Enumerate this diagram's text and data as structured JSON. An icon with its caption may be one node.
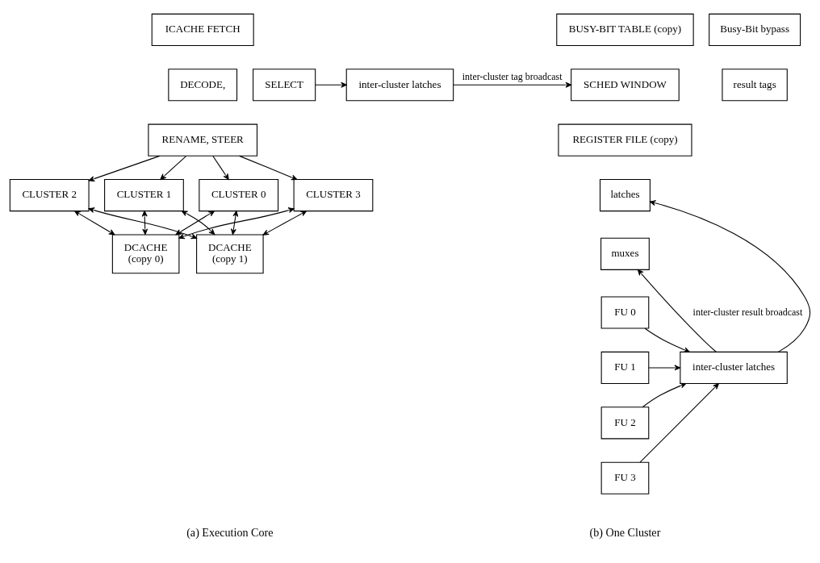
{
  "diagram": {
    "nodes": [
      {
        "text": [
          "ICACHE FETCH"
        ]
      },
      {
        "text": [
          "DECODE,"
        ]
      },
      {
        "text": [
          "RENAME, STEER"
        ]
      },
      {
        "text": [
          "CLUSTER 0"
        ]
      },
      {
        "text": [
          "CLUSTER 1"
        ]
      },
      {
        "text": [
          "CLUSTER 2"
        ]
      },
      {
        "text": [
          "CLUSTER 3"
        ]
      },
      {
        "text": [
          "DCACHE",
          "(copy 0)"
        ]
      },
      {
        "text": [
          "DCACHE",
          "(copy 1)"
        ]
      },
      {
        "text": [
          "BUSY-BIT TABLE (copy)"
        ]
      },
      {
        "text": [
          "Busy-Bit bypass"
        ]
      },
      {
        "text": [
          "SCHED WINDOW"
        ]
      },
      {
        "text": [
          "result tags"
        ]
      },
      {
        "text": [
          "SELECT"
        ]
      },
      {
        "text": [
          "inter-cluster latches"
        ]
      },
      {
        "text": [
          "REGISTER FILE (copy)"
        ]
      },
      {
        "text": [
          "latches"
        ]
      },
      {
        "text": [
          "muxes"
        ]
      },
      {
        "text": [
          "FU 0"
        ]
      },
      {
        "text": [
          "FU 1"
        ]
      },
      {
        "text": [
          "FU 2"
        ]
      },
      {
        "text": [
          "FU 3"
        ]
      },
      {
        "text": [
          "inter-cluster latches"
        ]
      }
    ],
    "edges": [
      {
        "from": 2,
        "to": 3,
        "arrow": "to"
      },
      {
        "from": 2,
        "to": 4,
        "arrow": "to"
      },
      {
        "from": 2,
        "to": 5,
        "arrow": "to"
      },
      {
        "from": 2,
        "to": 6,
        "arrow": "to"
      },
      {
        "from": 3,
        "to": 7,
        "arrow": "both"
      },
      {
        "from": 3,
        "to": 8,
        "arrow": "both"
      },
      {
        "from": 4,
        "to": 7,
        "arrow": "both"
      },
      {
        "from": 4,
        "to": 8,
        "arrow": "both"
      },
      {
        "from": 5,
        "to": 7,
        "arrow": "both"
      },
      {
        "from": 5,
        "to": 8,
        "arrow": "both"
      },
      {
        "from": 6,
        "to": 7,
        "arrow": "both"
      },
      {
        "from": 6,
        "to": 8,
        "arrow": "both"
      },
      {
        "from": 13,
        "to": 14,
        "arrow": "to"
      },
      {
        "from": 14,
        "to": 11,
        "arrow": "to",
        "label": "inter-cluster tag broadcast"
      },
      {
        "from": 22,
        "to": 17,
        "arrow": "to",
        "label": "inter-cluster result broadcast"
      },
      {
        "from": 22,
        "to": 16,
        "arrow": "to"
      },
      {
        "from": 18,
        "to": 22,
        "arrow": "to"
      },
      {
        "from": 19,
        "to": 22,
        "arrow": "to"
      },
      {
        "from": 20,
        "to": 22,
        "arrow": "to"
      },
      {
        "from": 21,
        "to": 22,
        "arrow": "to"
      }
    ],
    "labels": [
      "(a) Execution Core",
      "(b) One Cluster"
    ]
  }
}
